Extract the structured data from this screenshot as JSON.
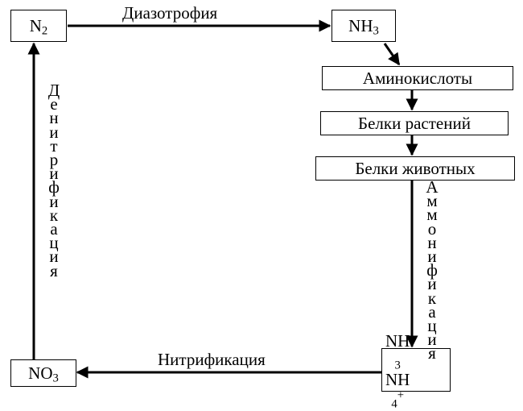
{
  "nodes": {
    "n2": {
      "base": "N",
      "sub": "2"
    },
    "nh3": {
      "base": "NH",
      "sub": "3"
    },
    "amino": "Аминокислоты",
    "plants": "Белки растений",
    "animals": "Белки животных",
    "ammonium": {
      "line1_base": "NH",
      "line1_sub": "3",
      "line2_base": "NH",
      "line2_sub": "4",
      "line2_sup": "+"
    },
    "no3": {
      "base": "NO",
      "sub": "3"
    }
  },
  "labels": {
    "top": "Диазотрофия",
    "bottom": "Нитрификация",
    "left": "Денитрификация",
    "right": "Аммонификация"
  }
}
